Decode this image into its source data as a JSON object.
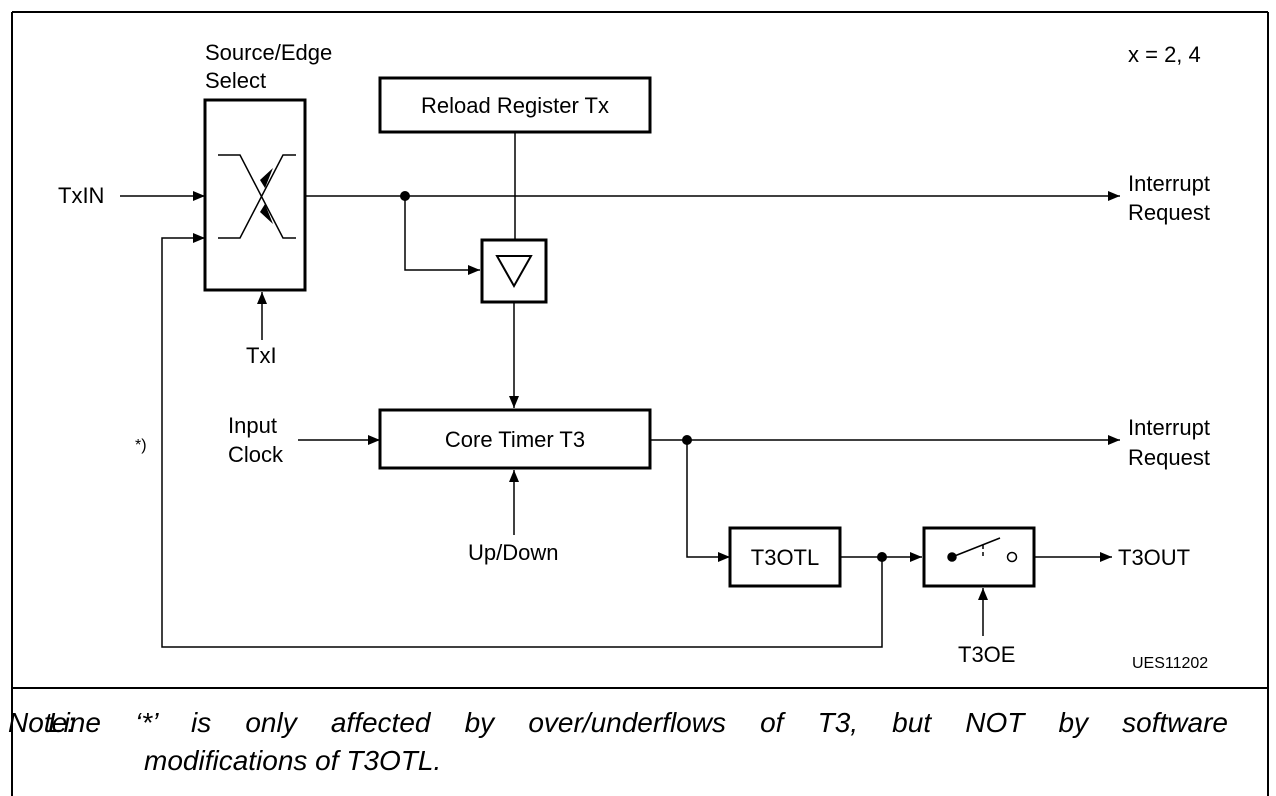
{
  "diagram": {
    "blocks": {
      "source_edge_select": {
        "title_line1": "Source/Edge",
        "title_line2": "Select"
      },
      "reload_register": {
        "label": "Reload Register Tx"
      },
      "core_timer": {
        "label": "Core Timer T3"
      },
      "t3otl": {
        "label": "T3OTL"
      }
    },
    "signals": {
      "txin": "TxIN",
      "txi": "TxI",
      "input_clock_line1": "Input",
      "input_clock_line2": "Clock",
      "up_down": "Up/Down",
      "interrupt1_line1": "Interrupt",
      "interrupt1_line2": "Request",
      "interrupt2_line1": "Interrupt",
      "interrupt2_line2": "Request",
      "t3out": "T3OUT",
      "t3oe": "T3OE",
      "star_marker": "*)"
    },
    "x_note": "x = 2, 4",
    "figure_id": "UES11202"
  },
  "note": {
    "prefix": "Note:",
    "line1": "Line ‘*’ is only affected by over/underflows of T3, but NOT by software",
    "line2": "modifications of T3OTL."
  }
}
